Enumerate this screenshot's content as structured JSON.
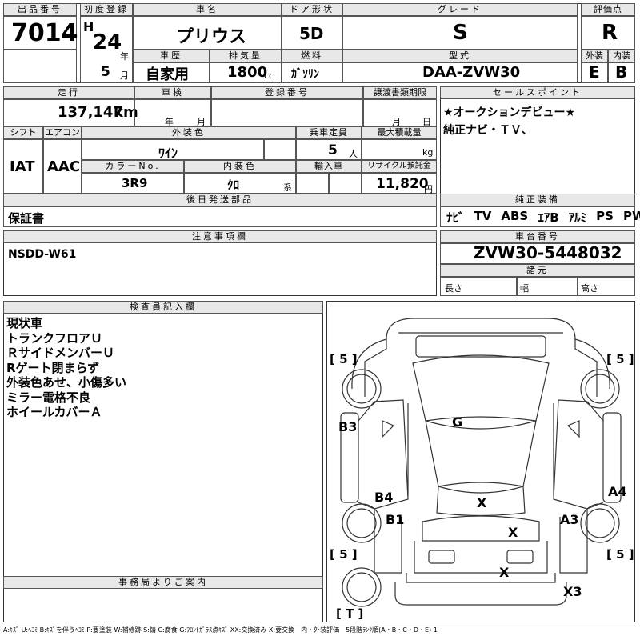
{
  "header": {
    "lot_no_label": "出品番号",
    "lot_no": "7014",
    "first_reg_label": "初度登録",
    "era": "H",
    "year": "24",
    "year_unit": "年",
    "month": "5",
    "month_unit": "月",
    "car_name_label": "車名",
    "car_name": "プリウス",
    "door_label": "ドア形状",
    "door": "5D",
    "grade_label": "グレード",
    "grade": "S",
    "score_label": "評価点",
    "score": "R",
    "history_label": "車歴",
    "history": "自家用",
    "displacement_label": "排気量",
    "displacement": "1800",
    "displacement_unit": "cc",
    "fuel_label": "燃料",
    "fuel": "ｶﾞｿﾘﾝ",
    "model_label": "型式",
    "model": "DAA-ZVW30",
    "ext_label": "外装",
    "ext": "E",
    "int_label": "内装",
    "int": "B"
  },
  "row2": {
    "mileage_label": "走行",
    "mileage": "137,147",
    "mileage_unit": "km",
    "inspection_label": "車検",
    "inspection_year_unit": "年",
    "inspection_month_unit": "月",
    "regno_label": "登録番号",
    "transfer_label": "譲渡書類期限",
    "transfer_month_unit": "月",
    "transfer_day_unit": "日",
    "shift_label": "シフト",
    "shift": "IAT",
    "ac_label": "エアコン",
    "ac": "AAC",
    "color_label": "外装色",
    "color": "ﾜｲﾝ",
    "capacity_label": "乗車定員",
    "capacity": "5",
    "capacity_unit": "人",
    "load_label": "最大積載量",
    "load_unit": "kg",
    "color_no_label": "カラーNo.",
    "color_no": "3R9",
    "int_color_label": "内装色",
    "int_color": "ｸﾛ",
    "int_color_unit": "系",
    "import_label": "輸入車",
    "recycle_label": "リサイクル預託金",
    "recycle": "11,820",
    "recycle_unit": "円",
    "later_label": "後日発送部品",
    "later": "保証書"
  },
  "sales": {
    "label": "セールスポイント",
    "line1": "★オークションデビュー★",
    "line2": "純正ナビ・ＴＶ、"
  },
  "equipment": {
    "label": "純正装備",
    "items": [
      "ﾅﾋﾞ",
      "TV",
      "ABS",
      "ｴｱB",
      "ｱﾙﾐ",
      "PS",
      "PW"
    ]
  },
  "caution": {
    "label": "注意事項欄",
    "text": "NSDD-W61"
  },
  "chassis": {
    "label": "車台番号",
    "value": "ZVW30-5448032",
    "spec_label": "諸元",
    "length": "長さ",
    "width": "幅",
    "height": "高さ"
  },
  "inspector": {
    "label": "検査員記入欄",
    "lines": [
      "現状車",
      "トランクフロアＵ",
      "ＲサイドメンバーＵ",
      "Rゲート閉まらず",
      "外装色あせ、小傷多い",
      "ミラー電格不良",
      "ホイールカバーＡ"
    ]
  },
  "office": {
    "label": "事務局よりご案内"
  },
  "diagram": {
    "tire_fl": "[ 5 ]",
    "tire_fr": "[ 5 ]",
    "tire_rl": "[ 5 ]",
    "tire_rr": "[ 5 ]",
    "spare": "[ T ]",
    "marks": {
      "g": "G",
      "b3": "B3",
      "b4": "B4",
      "b1": "B1",
      "a4": "A4",
      "a3": "A3",
      "x1": "X",
      "x2": "X",
      "x3": "X",
      "x4": "X3"
    }
  },
  "legend": "A:ｷｽﾞ U:ﾍｺﾐ B:ｷｽﾞを伴うﾍｺﾐ P:要塗装 W:補修跡 S:錆 C:腐食 G:ﾌﾛﾝﾄｶﾞﾗｽ点ｷｽﾞ XX:交換済み X:要交換　内・外装評価　5段階ﾗﾝｸ順(A・B・C・D・E) 1"
}
